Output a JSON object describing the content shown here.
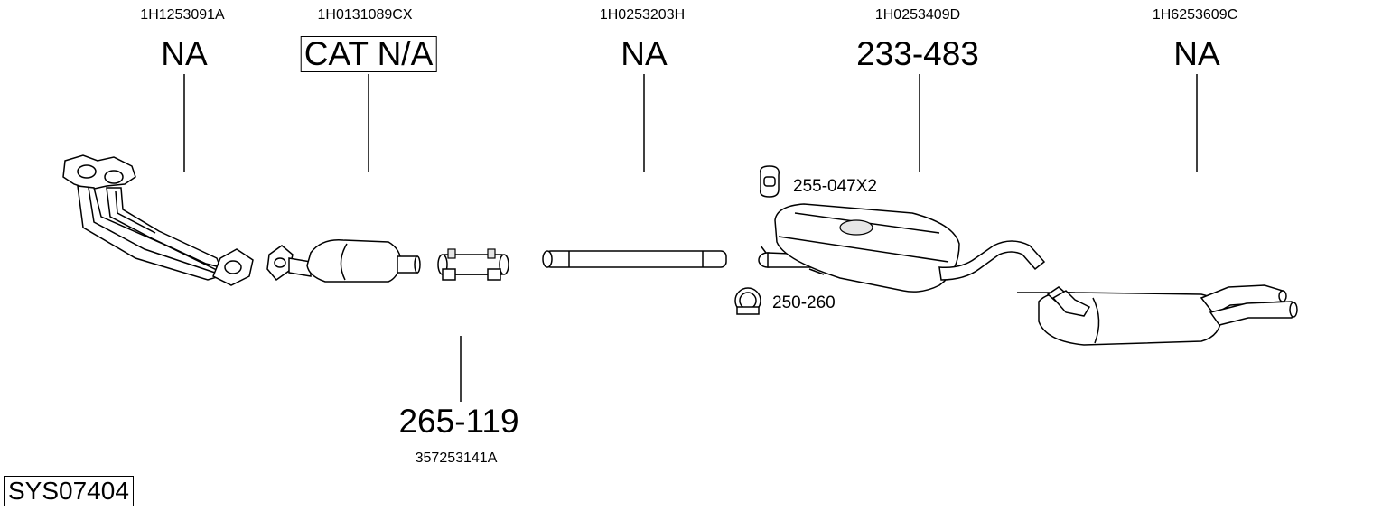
{
  "system_id": "SYS07404",
  "parts": [
    {
      "oem": "1H1253091A",
      "ref": "NA",
      "boxed": false
    },
    {
      "oem": "1H0131089CX",
      "ref": "CAT N/A",
      "boxed": true
    },
    {
      "oem": "1H0253203H",
      "ref": "NA",
      "boxed": false
    },
    {
      "oem": "1H0253409D",
      "ref": "233-483",
      "boxed": false
    },
    {
      "oem": "1H6253609C",
      "ref": "NA",
      "boxed": false
    }
  ],
  "clamp": {
    "ref": "265-119",
    "oem": "357253141A"
  },
  "accessories": {
    "rubber_mount": "255-047X2",
    "pipe_clamp": "250-260"
  }
}
